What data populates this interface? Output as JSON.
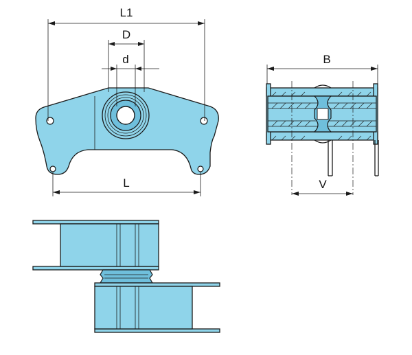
{
  "dimensions": {
    "L1": "L1",
    "D": "D",
    "d": "d",
    "L": "L",
    "B": "B",
    "V": "V"
  },
  "colors": {
    "part_fill": "#8fd4ea",
    "line": "#1a1a1a",
    "background": "#ffffff"
  }
}
